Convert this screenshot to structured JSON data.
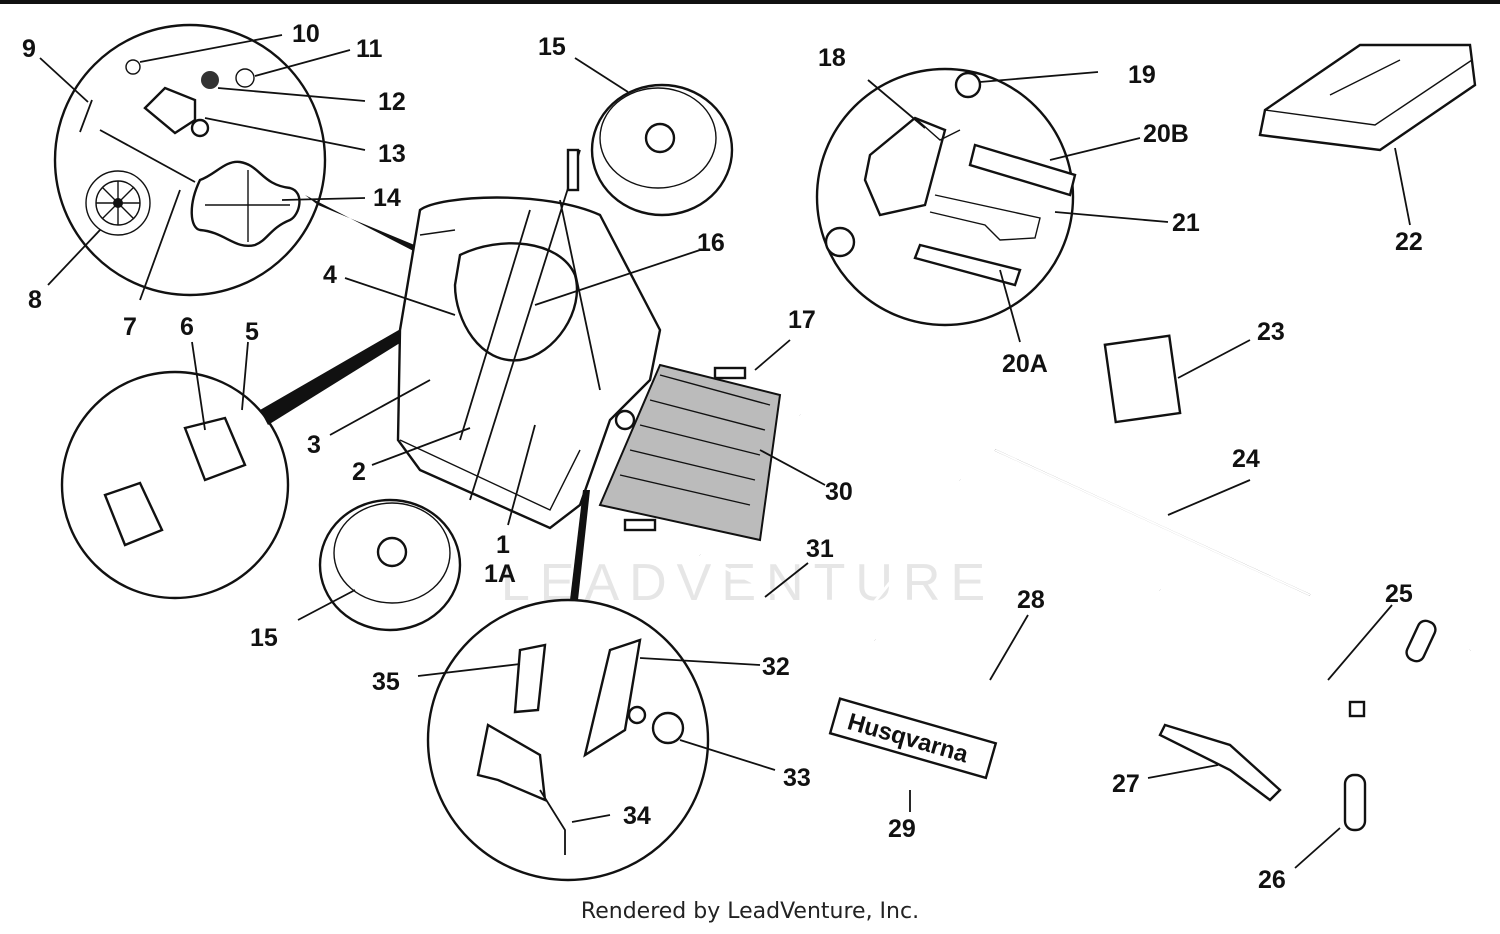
{
  "diagram": {
    "brand_text": "Husqvarna",
    "watermark": "LEADVENTURE",
    "footer": "Rendered by LeadVenture, Inc.",
    "callouts": [
      "1",
      "1A",
      "2",
      "3",
      "4",
      "5",
      "6",
      "7",
      "8",
      "9",
      "10",
      "11",
      "12",
      "13",
      "14",
      "15",
      "15",
      "16",
      "17",
      "18",
      "19",
      "20A",
      "20B",
      "21",
      "22",
      "23",
      "24",
      "25",
      "26",
      "27",
      "28",
      "29",
      "30",
      "31",
      "32",
      "33",
      "34",
      "35"
    ]
  }
}
